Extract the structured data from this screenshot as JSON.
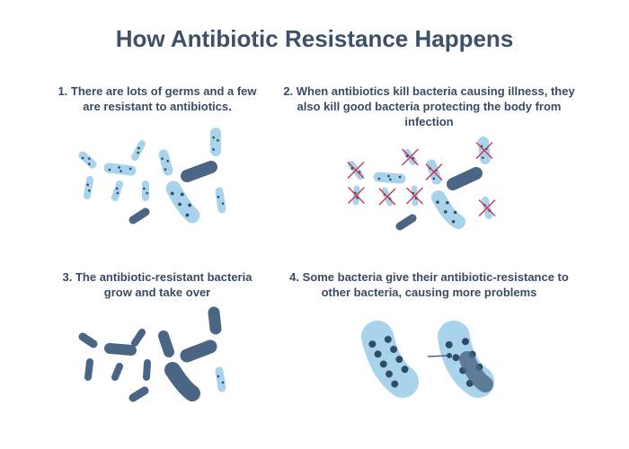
{
  "title": "How Antibiotic Resistance Happens",
  "steps": [
    {
      "text": "1. There are lots of germs and a few are resistant to antibiotics."
    },
    {
      "text": "2. When antibiotics kill bacteria causing illness, they also kill good bacteria protecting the body from infection"
    },
    {
      "text": "3. The antibiotic-resistant bacteria grow and take over"
    },
    {
      "text": "4. Some bacteria give their antibiotic-resistance to other bacteria, causing more problems"
    }
  ],
  "colors": {
    "title": "#3e5068",
    "light_bacteria": "#a9d3ea",
    "dark_bacteria": "#4b6585",
    "spots": "#2f4a6b",
    "x_mark": "#c9344f"
  },
  "icons": [
    "light-bacteria-icon",
    "resistant-bacteria-icon",
    "antibiotic-x-icon",
    "plasmid-transfer-icon"
  ]
}
